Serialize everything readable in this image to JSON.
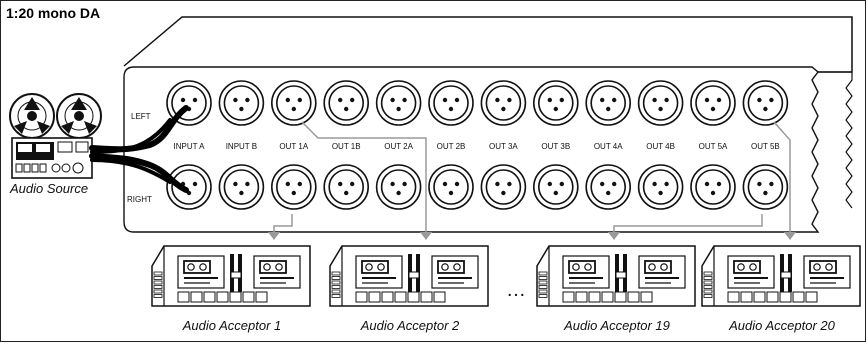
{
  "title": "1:20 mono DA",
  "row_labels": {
    "left": "LEFT",
    "right": "RIGHT"
  },
  "ports": [
    "INPUT A",
    "INPUT B",
    "OUT 1A",
    "OUT 1B",
    "OUT 2A",
    "OUT 2B",
    "OUT 3A",
    "OUT 3B",
    "OUT 4A",
    "OUT 4B",
    "OUT 5A",
    "OUT 5B"
  ],
  "source": {
    "label": "Audio Source"
  },
  "acceptors": [
    {
      "label": "Audio Acceptor 1"
    },
    {
      "label": "Audio Acceptor 2"
    },
    {
      "label": "Audio Acceptor 19"
    },
    {
      "label": "Audio Acceptor 20"
    }
  ],
  "ellipsis": "…",
  "colors": {
    "line": "#111111",
    "cable": "#000000",
    "connection": "#9a9a9a",
    "background": "#ffffff"
  }
}
